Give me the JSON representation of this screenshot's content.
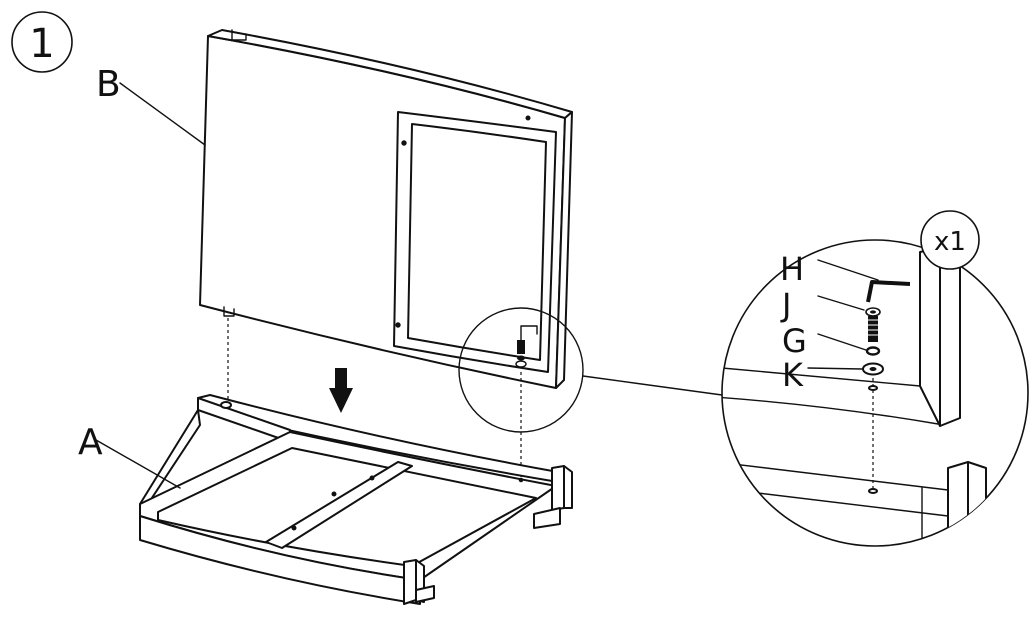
{
  "step": {
    "number": "1"
  },
  "labels": {
    "back_panel": "B",
    "seat_frame": "A",
    "allen_key": "H",
    "bolt": "J",
    "spring_washer": "G",
    "flat_washer": "K"
  },
  "detail": {
    "quantity": "x1"
  },
  "colors": {
    "line": "#111111",
    "background": "#ffffff"
  },
  "icons": {
    "direction": "arrow-down-icon"
  }
}
